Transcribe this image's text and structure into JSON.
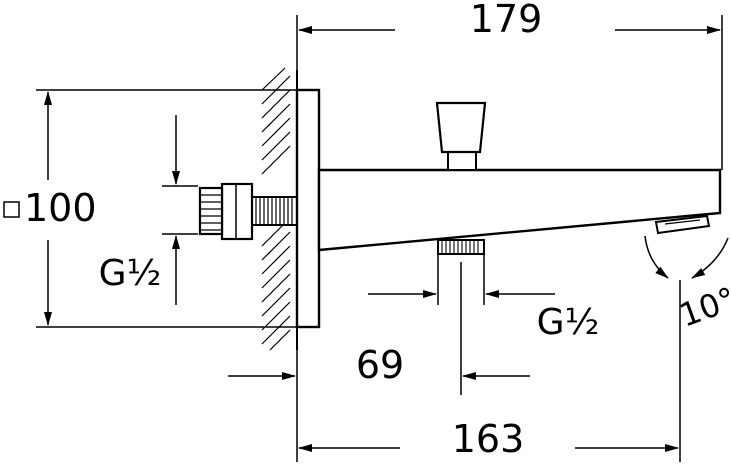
{
  "drawing": {
    "dimensions": {
      "overall_length": "179",
      "wall_to_outlet": "163",
      "wall_to_diverter": "69",
      "rosette_size": "100",
      "rosette_prefix_icon": "square-symbol",
      "outlet_angle": "10°"
    },
    "threads": {
      "inlet_thread": "G½",
      "diverter_thread": "G½"
    }
  }
}
